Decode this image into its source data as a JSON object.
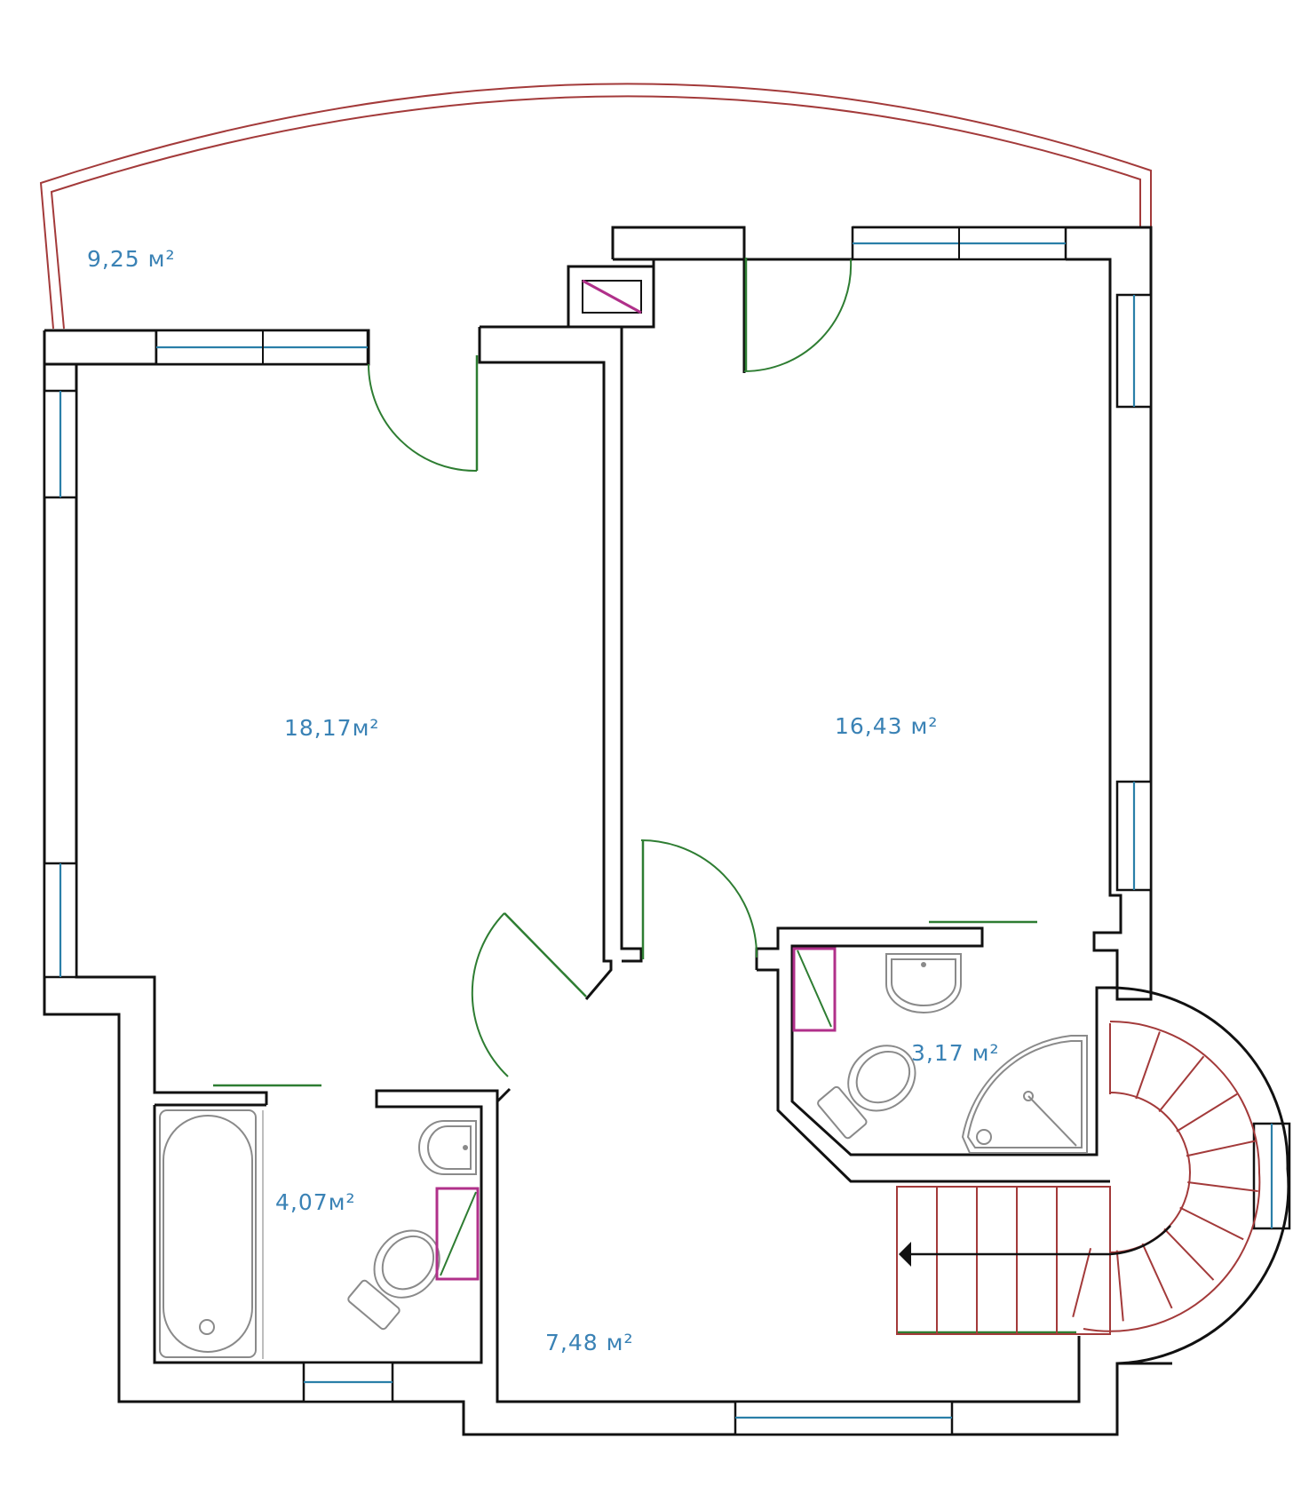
{
  "colors": {
    "wall": "#111111",
    "glass": "#2a7fa8",
    "door": "#2e7d32",
    "stair": "#a33a3a",
    "label": "#3a82b5",
    "fixture": "#8a8a8a",
    "shaft": "#b0308a"
  },
  "rooms": {
    "balcony": {
      "area": "9,25 м²"
    },
    "bedroom_left": {
      "area": "18,17м²"
    },
    "bedroom_right": {
      "area": "16,43 м²"
    },
    "bathroom_left": {
      "area": "4,07м²"
    },
    "bathroom_right": {
      "area": "3,17 м²"
    },
    "hall": {
      "area": "7,48 м²"
    }
  },
  "icons": [
    "bathtub-icon",
    "washbasin-icon",
    "toilet-icon",
    "shower-cabin-icon",
    "stair-arrow-icon"
  ]
}
